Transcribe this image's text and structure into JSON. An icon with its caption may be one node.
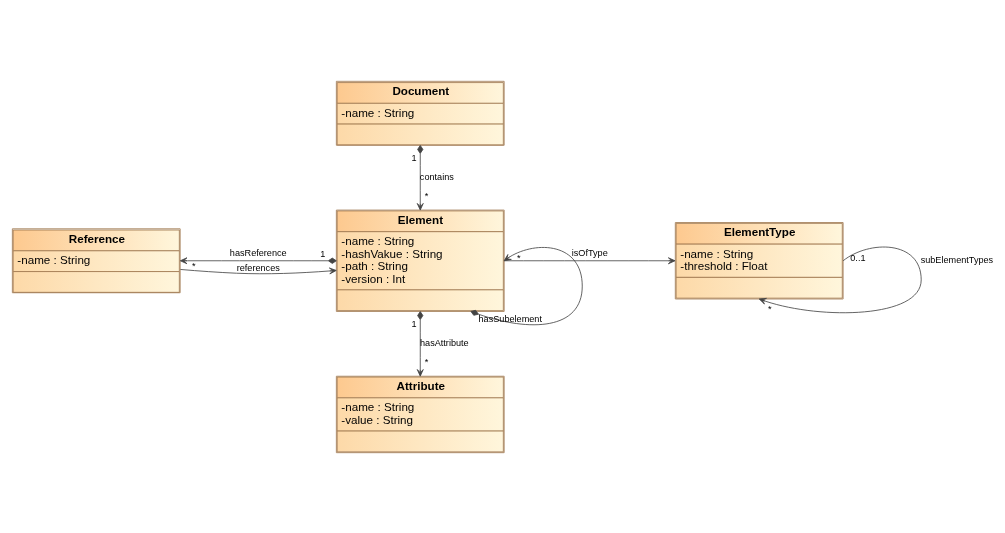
{
  "diagram": {
    "nodes": [
      {
        "text": [
          "Document",
          "-name : String"
        ]
      },
      {
        "text": [
          "Reference",
          "-name : String"
        ]
      },
      {
        "text": [
          "Element",
          "-name : String",
          "-hashVakue : String",
          "-path : String",
          "-version : Int"
        ]
      },
      {
        "text": [
          "ElementType",
          "-name : String",
          "-threshold : Float"
        ]
      },
      {
        "text": [
          "Attribute",
          "-name : String",
          "-value : String"
        ]
      }
    ],
    "edges": [
      {
        "from": 0,
        "to": 2,
        "arrow": "to",
        "label": "contains"
      },
      {
        "from": 2,
        "to": 1,
        "arrow": "to",
        "label": "hasReference"
      },
      {
        "from": 1,
        "to": 2,
        "arrow": "to",
        "label": "references"
      },
      {
        "from": 2,
        "to": 3,
        "arrow": "to",
        "label": "isOfType"
      },
      {
        "from": 2,
        "to": 4,
        "arrow": "to",
        "label": "hasAttribute"
      },
      {
        "from": 2,
        "to": 2,
        "arrow": "to",
        "label": "hasSubelement"
      },
      {
        "from": 3,
        "to": 3,
        "arrow": "to",
        "label": "subElementTypes"
      }
    ],
    "labels": [
      "1",
      "*",
      "*",
      "1",
      "0..1",
      "*",
      "*",
      "1",
      "*"
    ]
  }
}
